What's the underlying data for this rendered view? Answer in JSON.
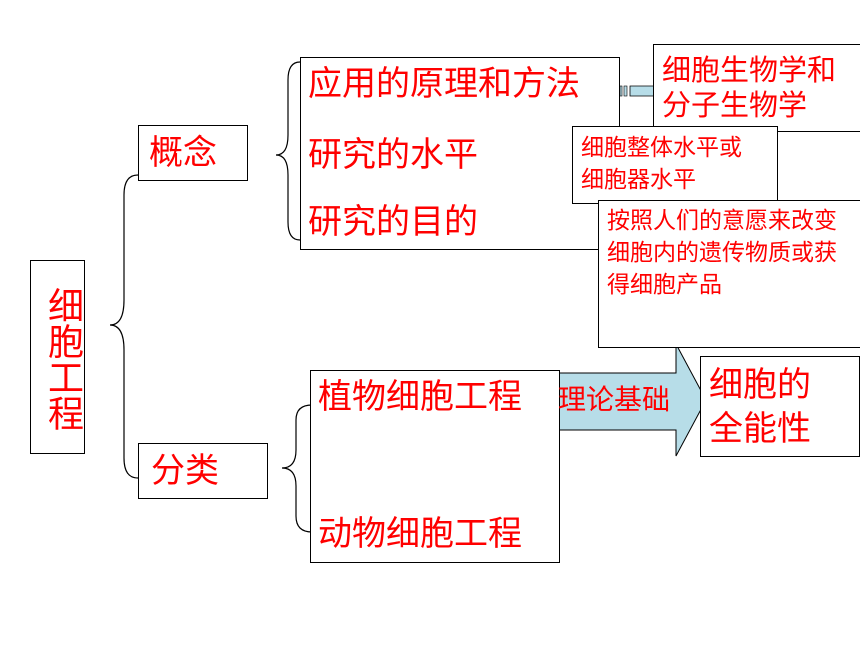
{
  "root": {
    "label": "细胞工程"
  },
  "concept": {
    "label": "概念",
    "items": [
      {
        "label": "应用的原理和方法",
        "result": "细胞生物学和分子生物学"
      },
      {
        "label": "研究的水平",
        "result": "细胞整体水平或细胞器水平"
      },
      {
        "label": "研究的目的",
        "result": "按照人们的意愿来改变细胞内的遗传物质或获得细胞产品"
      }
    ]
  },
  "classification": {
    "label": "分类",
    "items": [
      {
        "label": "植物细胞工程"
      },
      {
        "label": "动物细胞工程"
      }
    ],
    "arrow_label": "理论基础",
    "result": "细胞的全能性"
  },
  "colors": {
    "text": "#ff0000",
    "arrow_light": "#b7dde8",
    "arrow_red": "#ff0000"
  }
}
